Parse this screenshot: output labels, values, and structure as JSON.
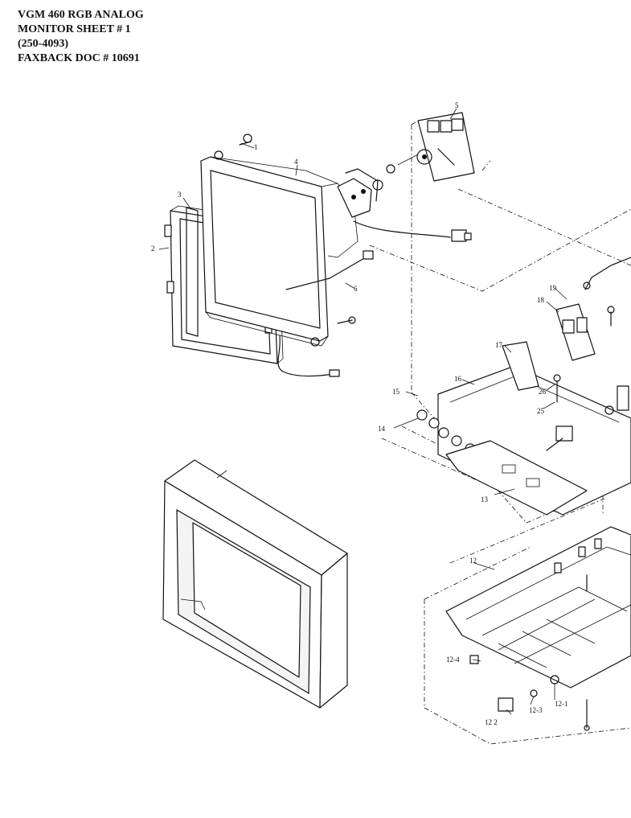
{
  "header": {
    "line1": "VGM 460  RGB ANALOG",
    "line2": "MONITOR  SHEET # 1",
    "line3": "(250-4093)",
    "line4": "FAXBACK DOC # 10691"
  },
  "callouts": {
    "c1": "1",
    "c2": "2",
    "c3": "3",
    "c4": "4",
    "c5": "5",
    "c6": "6",
    "c12": "12",
    "c12_1": "12-1",
    "c12_2": "12 2",
    "c12_3": "12-3",
    "c12_4": "12-4",
    "c13": "13",
    "c14": "14",
    "c15": "15",
    "c16": "16",
    "c17": "17",
    "c18": "18",
    "c19": "19",
    "c25": "25",
    "c26": "26"
  }
}
